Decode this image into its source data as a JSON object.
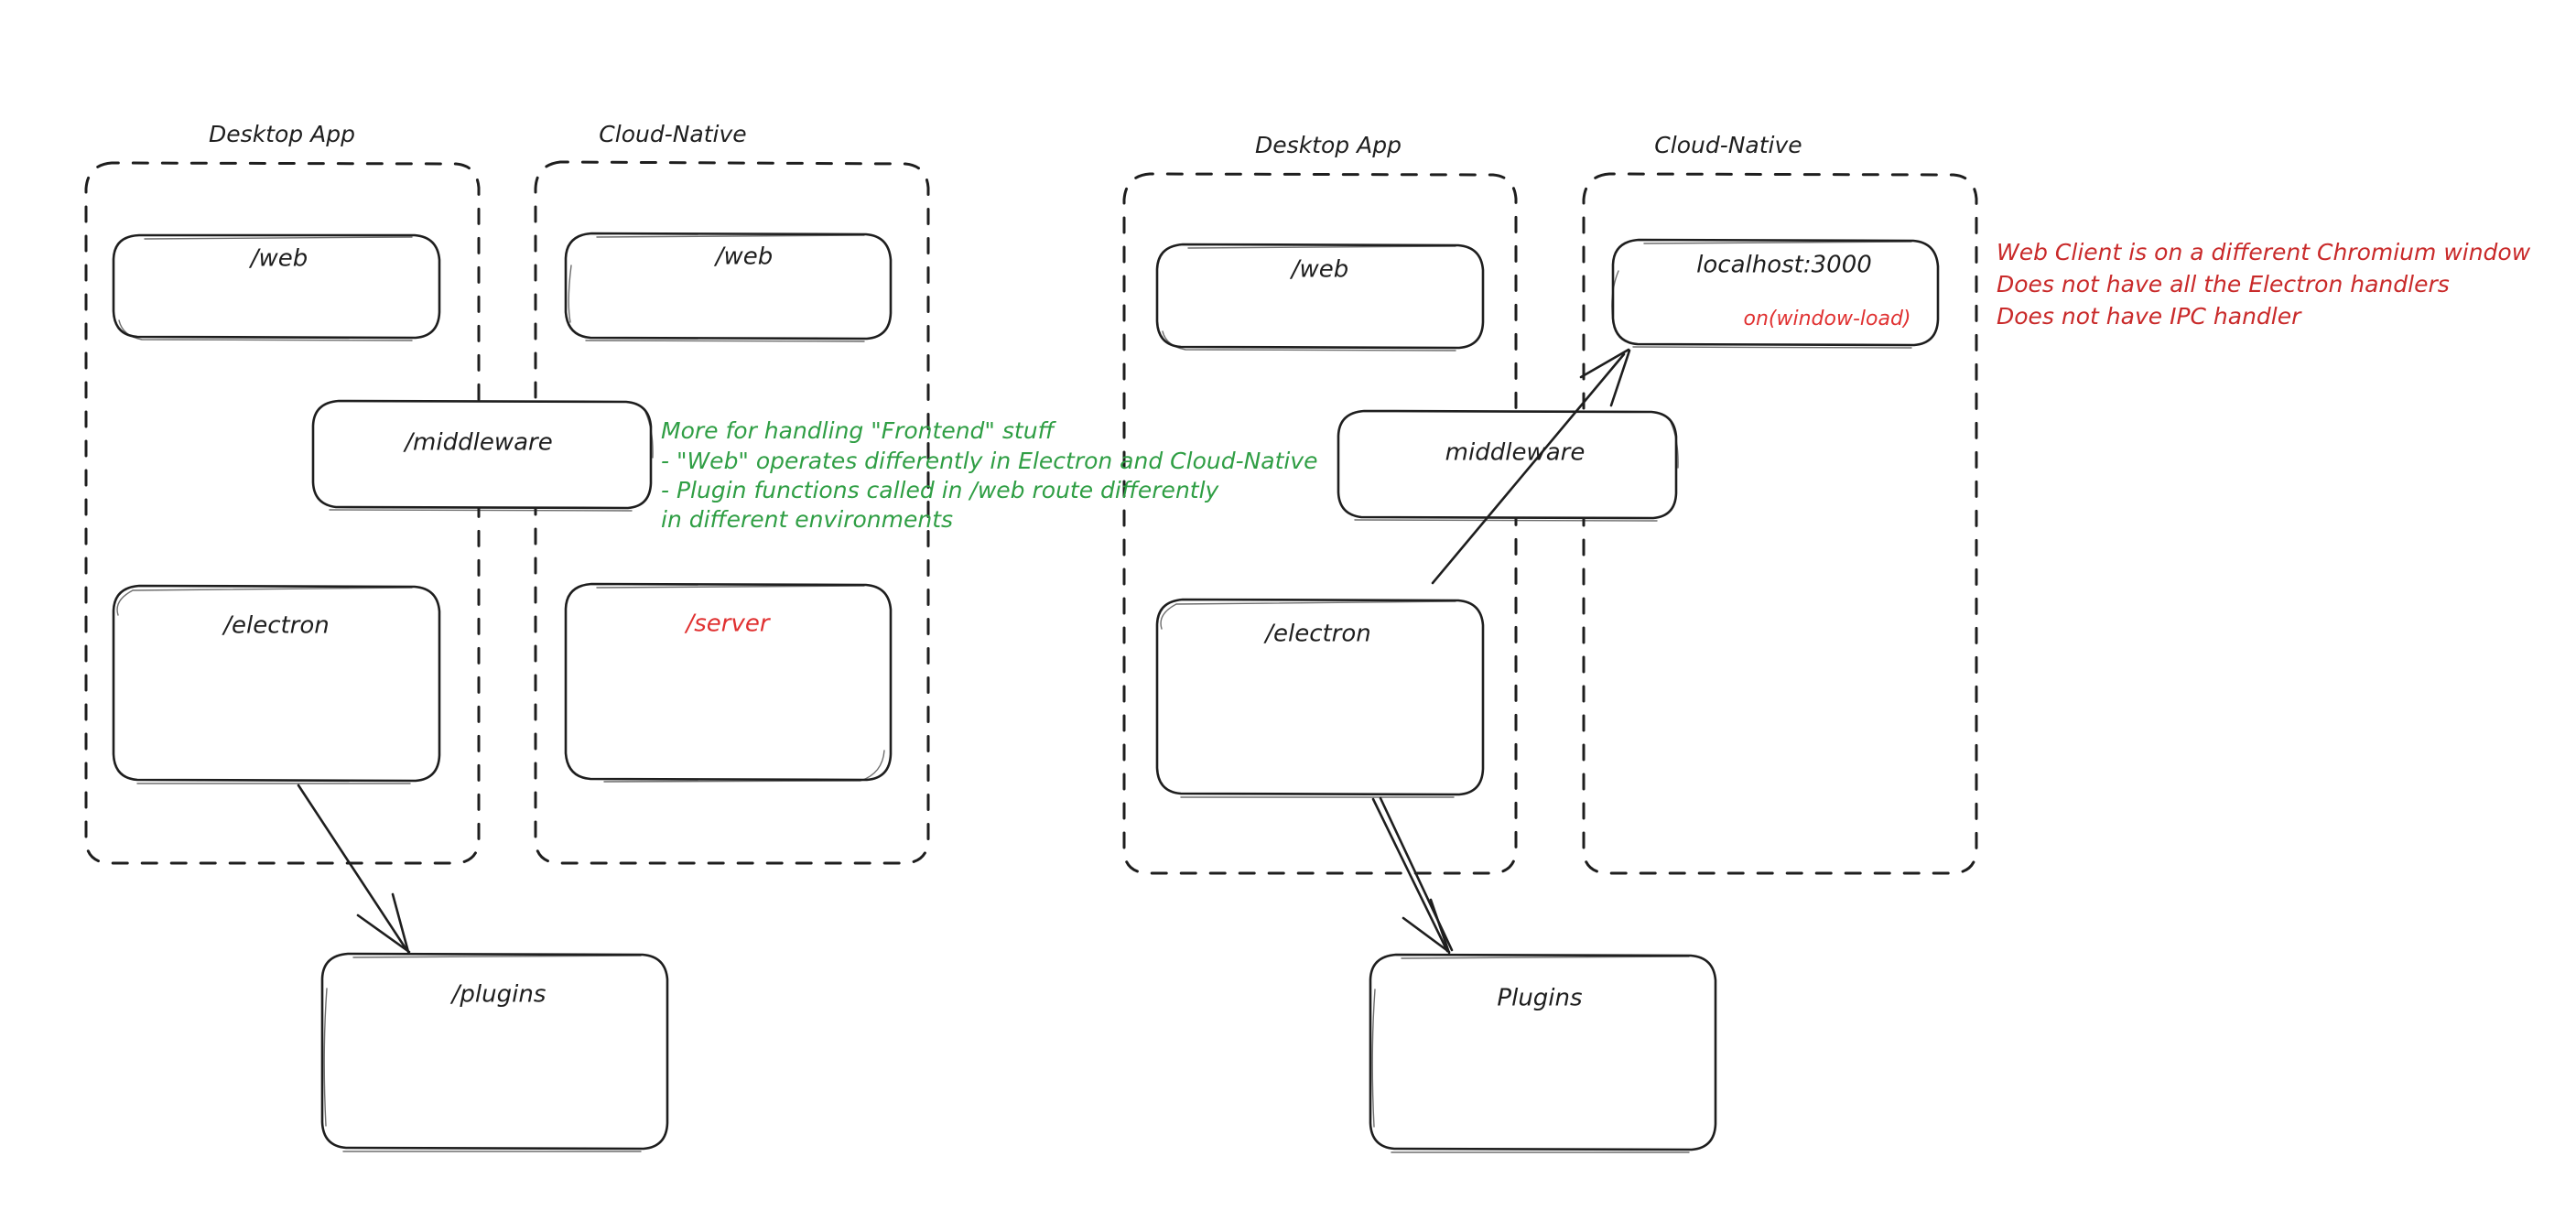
{
  "diagram": {
    "type": "architecture-comparison",
    "background": "#ffffff",
    "ink_color": "#1e1e1e",
    "green_color": "#2f9e44",
    "red_color": "#e03131",
    "red_text_color": "#c92a2a",
    "panels": [
      {
        "id": "left-panel",
        "groups": [
          {
            "id": "left-desktop-app",
            "label": "Desktop App",
            "nodes": [
              "left-web",
              "left-electron"
            ]
          },
          {
            "id": "left-cloud-native",
            "label": "Cloud-Native",
            "nodes": [
              "left-cloud-web",
              "left-server"
            ]
          }
        ],
        "nodes": [
          {
            "id": "left-web",
            "label": "/web",
            "color": "ink"
          },
          {
            "id": "left-cloud-web",
            "label": "/web",
            "color": "ink"
          },
          {
            "id": "left-middleware",
            "label": "/middleware",
            "color": "ink"
          },
          {
            "id": "left-electron",
            "label": "/electron",
            "color": "ink"
          },
          {
            "id": "left-server",
            "label": "/server",
            "color": "red"
          },
          {
            "id": "left-plugins",
            "label": "/plugins",
            "color": "ink"
          }
        ],
        "edges": [
          {
            "id": "left-electron-to-plugins",
            "from": "left-electron",
            "to": "left-plugins",
            "style": "arrow"
          }
        ],
        "annotations": [
          {
            "id": "left-green-note",
            "color": "green",
            "lines": [
              "More for handling \"Frontend\" stuff",
              "- \"Web\" operates differently in Electron and Cloud-Native",
              "- Plugin functions called in /web route differently",
              "in different environments"
            ]
          }
        ]
      },
      {
        "id": "right-panel",
        "groups": [
          {
            "id": "right-desktop-app",
            "label": "Desktop App",
            "nodes": [
              "right-web",
              "right-electron"
            ]
          },
          {
            "id": "right-cloud-native",
            "label": "Cloud-Native",
            "nodes": [
              "right-localhost"
            ]
          }
        ],
        "nodes": [
          {
            "id": "right-web",
            "label": "/web",
            "color": "ink"
          },
          {
            "id": "right-localhost",
            "label": "localhost:3000",
            "color": "ink",
            "sublabel": "on(window-load)",
            "sublabel_color": "red"
          },
          {
            "id": "right-middleware",
            "label": "middleware",
            "color": "ink"
          },
          {
            "id": "right-electron",
            "label": "/electron",
            "color": "ink"
          },
          {
            "id": "right-plugins",
            "label": "Plugins",
            "color": "ink"
          }
        ],
        "edges": [
          {
            "id": "right-electron-to-localhost",
            "from": "right-electron",
            "to": "right-localhost",
            "style": "arrow"
          },
          {
            "id": "right-electron-to-plugins",
            "from": "right-electron",
            "to": "right-plugins",
            "style": "arrow"
          }
        ],
        "annotations": [
          {
            "id": "right-red-note",
            "color": "red",
            "lines": [
              "Web Client is on a different Chromium window",
              "Does not have all the Electron handlers",
              "Does not have IPC handler"
            ]
          }
        ]
      }
    ]
  },
  "labels": {
    "left": {
      "desktop_app": "Desktop App",
      "cloud_native": "Cloud-Native",
      "web": "/web",
      "cloud_web": "/web",
      "middleware": "/middleware",
      "electron": "/electron",
      "server": "/server",
      "plugins": "/plugins",
      "note": {
        "l1": "More for handling \"Frontend\" stuff",
        "l2": "- \"Web\" operates differently in Electron and Cloud-Native",
        "l3": "- Plugin functions called in /web route differently",
        "l4": "in different environments"
      }
    },
    "right": {
      "desktop_app": "Desktop App",
      "cloud_native": "Cloud-Native",
      "web": "/web",
      "localhost": "localhost:3000",
      "on_window_load": "on(window-load)",
      "middleware": "middleware",
      "electron": "/electron",
      "plugins": "Plugins",
      "note": {
        "l1": "Web Client is on a different Chromium window",
        "l2": "Does not have all the Electron handlers",
        "l3": "Does not have IPC handler"
      }
    }
  }
}
